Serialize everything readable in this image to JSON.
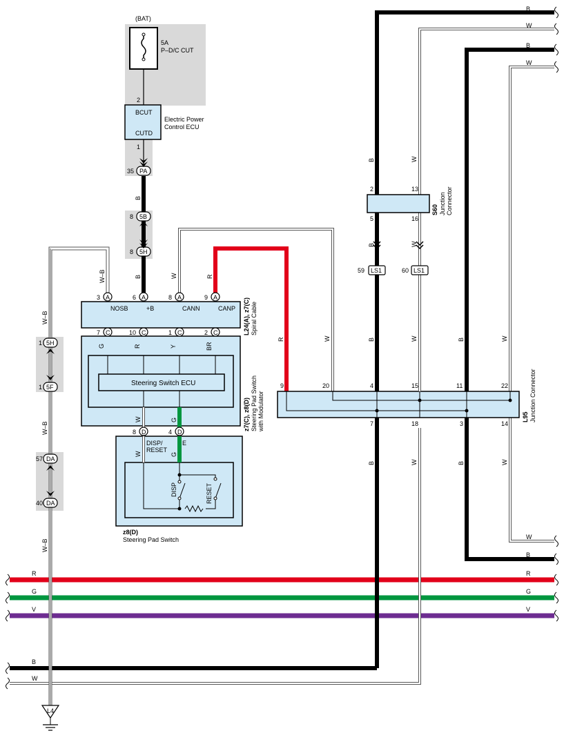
{
  "colors": {
    "red": "#e2001a",
    "green": "#00963f",
    "violet": "#6d2c91",
    "yellow": "#ffd200",
    "brown": "#a0522d",
    "black": "#000000",
    "component_fill": "#cfe8f6",
    "shade": "#d9d9d9"
  },
  "bat": {
    "label": "(BAT)"
  },
  "fuse": {
    "rating": "5A",
    "name": "P–D/C CUT",
    "pin": "2"
  },
  "epc_ecu": {
    "term_top": "BCUT",
    "term_bottom": "CUTD",
    "name_line1": "Electric Power",
    "name_line2": "Control ECU",
    "pin_out": "1"
  },
  "conn_pa": {
    "pin": "35",
    "id": "PA"
  },
  "conn_5b": {
    "pin": "8",
    "id": "5B"
  },
  "conn_5h_top": {
    "pin": "8",
    "id": "5H"
  },
  "spiral": {
    "pins": [
      {
        "pin": "3",
        "conn": "A",
        "term": "NOSB",
        "wire": "W–B"
      },
      {
        "pin": "6",
        "conn": "A",
        "term": "+B",
        "wire": "B"
      },
      {
        "pin": "8",
        "conn": "A",
        "term": "CANN",
        "wire": "W"
      },
      {
        "pin": "9",
        "conn": "A",
        "term": "CANP",
        "wire": "R"
      }
    ],
    "code": "L24(A), z7(C)",
    "name": "Spiral Cable"
  },
  "pad_mod": {
    "pins": [
      {
        "pin": "7",
        "conn": "C",
        "wire": "G"
      },
      {
        "pin": "10",
        "conn": "C",
        "wire": "R"
      },
      {
        "pin": "1",
        "conn": "C",
        "wire": "Y"
      },
      {
        "pin": "2",
        "conn": "C",
        "wire": "BR"
      }
    ],
    "ecu": "Steering Switch ECU",
    "code": "z7(C), z8(D)",
    "name_line1": "Steering Pad Switch",
    "name_line2": "with Modulator",
    "bottom_wires": [
      "W",
      "G"
    ]
  },
  "pad_sw": {
    "pins": [
      {
        "pin": "8",
        "conn": "D",
        "term": "DISP/",
        "term2": "RESET",
        "wire": "W"
      },
      {
        "pin": "4",
        "conn": "D",
        "term": "E",
        "wire": "G"
      }
    ],
    "sw1": "DISP",
    "sw2": "RESET",
    "code": "z8(D)",
    "name": "Steering Pad Switch"
  },
  "left_run": {
    "wire": "W–B",
    "connectors": [
      {
        "pin": "1",
        "id": "5H"
      },
      {
        "pin": "1",
        "id": "5F"
      },
      {
        "pin": "57",
        "id": "DA"
      },
      {
        "pin": "40",
        "id": "DA"
      }
    ],
    "ground": "L4"
  },
  "s60": {
    "pins": [
      "2",
      "13",
      "5",
      "16"
    ],
    "code": "S60",
    "name_line1": "Junction",
    "name_line2": "Connector"
  },
  "ls1": [
    {
      "pin": "59",
      "id": "LS1"
    },
    {
      "pin": "60",
      "id": "LS1"
    }
  ],
  "l95": {
    "top_pins": [
      "9",
      "20",
      "4",
      "15",
      "11",
      "22"
    ],
    "bottom_pins": [
      "7",
      "18",
      "3",
      "14"
    ],
    "code": "L95",
    "name": "Junction Connector"
  },
  "wire_labels": {
    "b": "B",
    "w": "W",
    "r": "R",
    "g": "G",
    "v": "V"
  }
}
